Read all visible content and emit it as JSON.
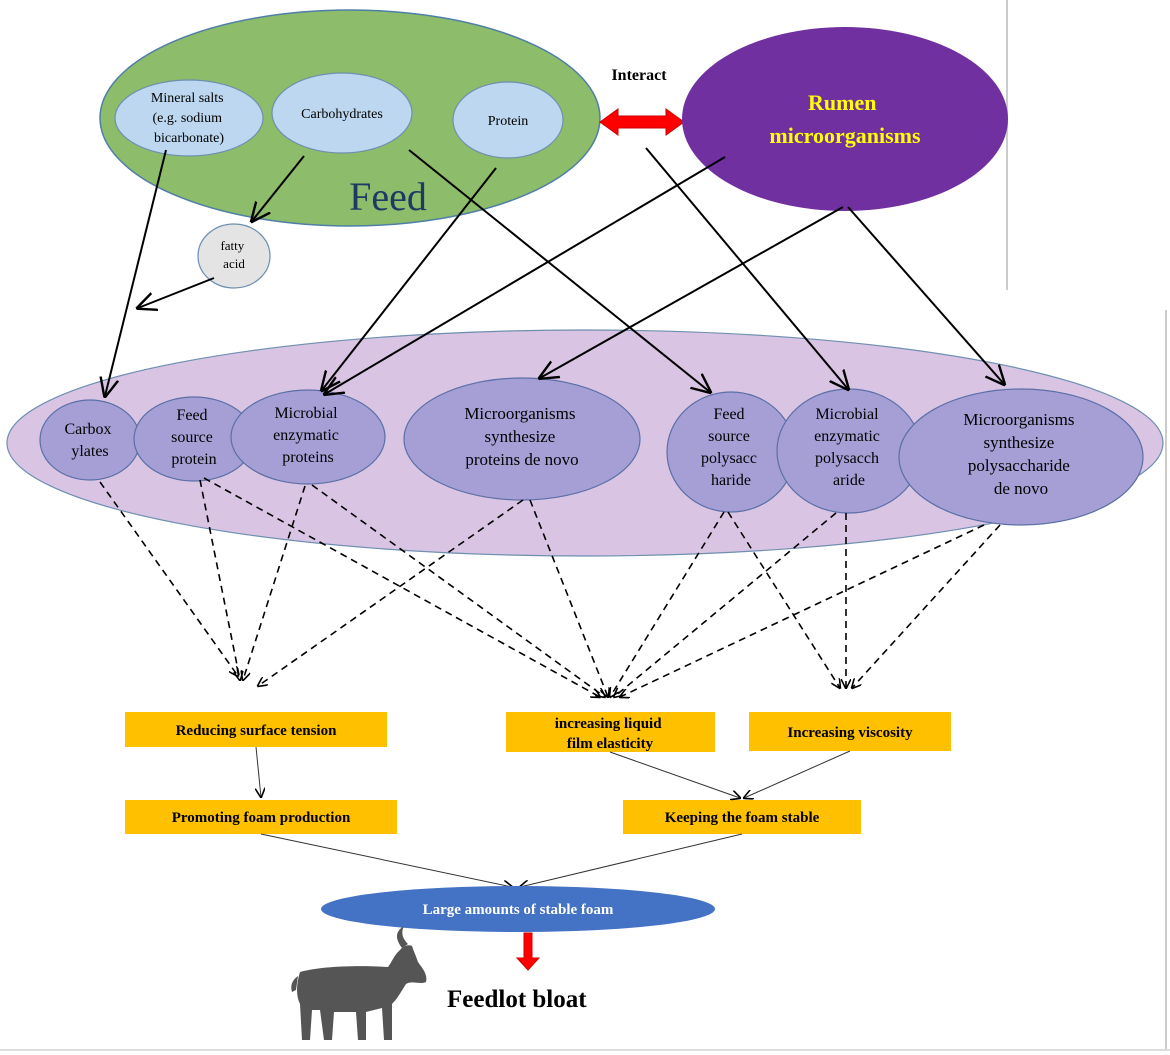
{
  "feed": {
    "label": "Feed",
    "mineral": [
      "Mineral salts",
      "(e.g. sodium",
      "bicarbonate)"
    ],
    "carbohydrates": "Carbohydrates",
    "protein": "Protein"
  },
  "interact": "Interact",
  "rumen": [
    "Rumen",
    "microorganisms"
  ],
  "fatty_acid": [
    "fatty",
    "acid"
  ],
  "components": {
    "carboxylates": [
      "Carbox",
      "ylates"
    ],
    "feed_protein": [
      "Feed",
      "source",
      "protein"
    ],
    "microbial_proteins": [
      "Microbial",
      "enzymatic",
      "proteins"
    ],
    "denovo_proteins": [
      "Microorganisms",
      "synthesize",
      "proteins de novo"
    ],
    "feed_polysaccharide": [
      "Feed",
      "source",
      "polysacc",
      "haride"
    ],
    "microbial_polysaccharide": [
      "Microbial",
      "enzymatic",
      "polysacch",
      "aride"
    ],
    "denovo_polysaccharide": [
      "Microorganisms",
      "synthesize",
      "polysaccharide",
      "de novo"
    ]
  },
  "effects": {
    "surface_tension": "Reducing surface tension",
    "film_elasticity": [
      "increasing liquid",
      "film elasticity"
    ],
    "viscosity": "Increasing viscosity",
    "foam_production": "Promoting foam production",
    "foam_stable": "Keeping the foam stable"
  },
  "outcome": "Large amounts of stable foam",
  "final": "Feedlot bloat",
  "colors": {
    "feed_green": "#8dbc6a",
    "light_blue": "#bcd7ef",
    "rumen_purple": "#7030a0",
    "rumen_text": "#ffff00",
    "lavender": "#d9c4e4",
    "component_purple": "#a59fd6",
    "box_yellow": "#ffc000",
    "outcome_blue": "#4472c4",
    "arrow_red": "#ff0000",
    "feed_text": "#1f3864"
  },
  "icons": {
    "goat": "goat-icon"
  }
}
